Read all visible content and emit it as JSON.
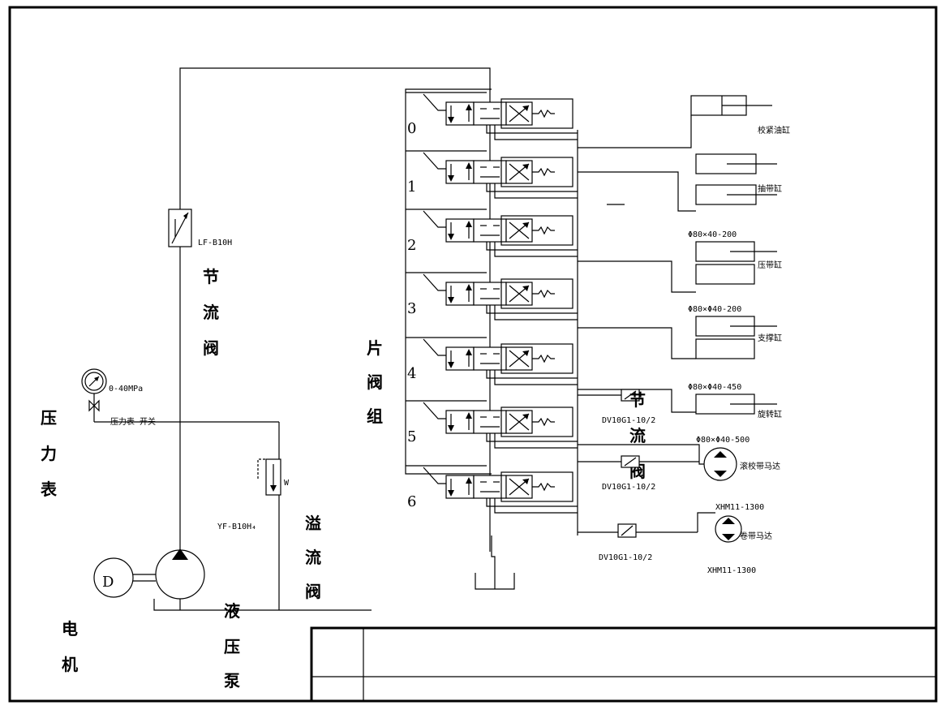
{
  "labels": {
    "pressure_gauge": "压力表",
    "motor": "电机",
    "motor_symbol": "D",
    "pump": "液压泵",
    "throttle_valve": "节流阀",
    "throttle_model": "LF-B10H",
    "relief_valve": "溢流阀",
    "relief_model": "YF-B10H₄",
    "gauge_range": "0-40MPa",
    "gauge_switch": "压力表 开关",
    "valve_group": "片阀组",
    "flow_valve": "节流阀",
    "dv_model_1": "DV10G1-10/2",
    "dv_model_2": "DV10G1-10/2",
    "dv_model_3": "DV10G1-10/2"
  },
  "valve_numbers": [
    "0",
    "1",
    "2",
    "3",
    "4",
    "5",
    "6"
  ],
  "actuators": {
    "clamp_cyl": "校紧油缸",
    "pull_cyl": "抽带缸",
    "press_spec": "Φ80×40-200",
    "press_cyl": "压带缸",
    "support_spec": "Φ80×Φ40-200",
    "support_cyl": "支撑缸",
    "rotate_spec": "Φ80×Φ40-450",
    "rotate_cyl": "旋转缸",
    "motor1_spec": "Φ80×Φ40-500",
    "motor1": "滚校带马达",
    "motor2_model_top": "XHM11-1300",
    "motor2": "卷带马达",
    "motor2_model_bottom": "XHM11-1300"
  }
}
